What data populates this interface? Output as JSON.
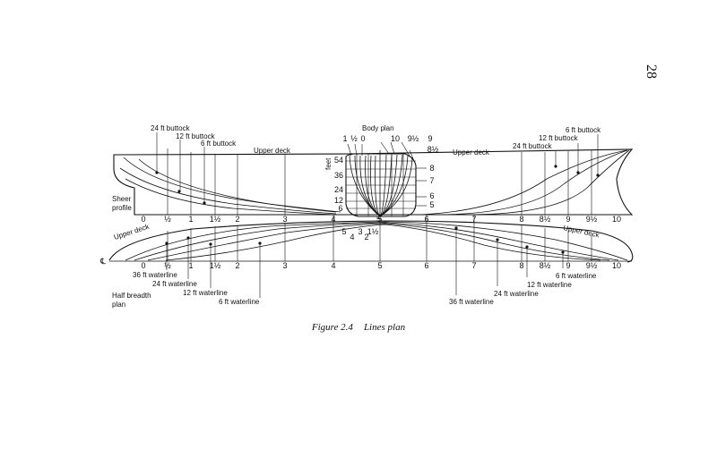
{
  "page_number": "28",
  "caption": {
    "figure": "Figure 2.4",
    "title": "Lines plan"
  },
  "labels": {
    "body_plan": "Body plan",
    "upper_deck": "Upper deck",
    "sheer_profile": [
      "Sheer",
      "profile"
    ],
    "half_breadth_plan": [
      "Half breadth",
      "plan"
    ],
    "centerline": "℄",
    "feet": "feet",
    "buttocks": [
      "24 ft buttock",
      "12 ft buttock",
      "6 ft buttock"
    ],
    "waterlines": [
      "36 ft waterline",
      "24 ft waterline",
      "12 ft waterline",
      "6 ft waterline"
    ]
  },
  "stations": [
    "0",
    "½",
    "1",
    "1½",
    "2",
    "3",
    "4",
    "5",
    "6",
    "7",
    "8",
    "8½",
    "9",
    "9½",
    "10"
  ],
  "body_plan_heights": [
    "54",
    "36",
    "24",
    "12",
    "6"
  ],
  "body_plan_left_stations": [
    "1",
    "½",
    "0"
  ],
  "body_plan_left_lower": [
    "5",
    "4",
    "3",
    "2",
    "1½"
  ],
  "body_plan_right_top": [
    "10",
    "9½",
    "9",
    "8½"
  ],
  "body_plan_right_side": [
    "8",
    "7",
    "6",
    "5"
  ],
  "body_plan_bottom_center": "5"
}
